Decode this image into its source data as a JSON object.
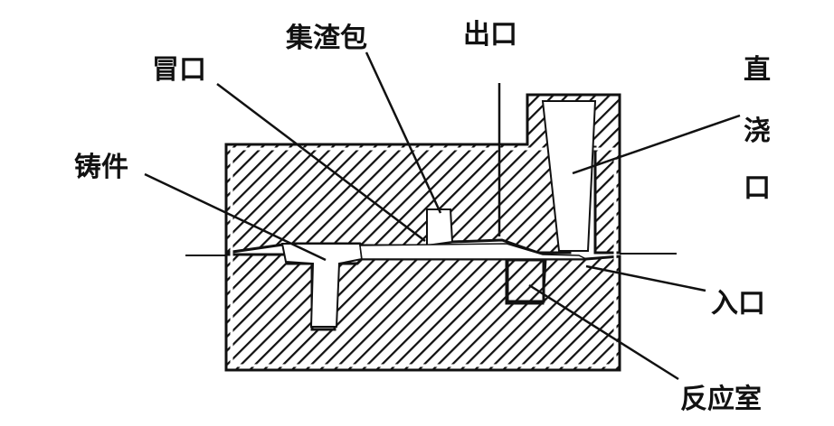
{
  "labels": {
    "riser": "冒口",
    "slag_trap": "集渣包",
    "outlet": "出口",
    "sprue_1": "直",
    "sprue_2": "浇",
    "sprue_3": "口",
    "casting": "铸件",
    "inlet": "入口",
    "reaction_chamber": "反应室"
  },
  "colors": {
    "ink": "#111111",
    "background": "#ffffff"
  }
}
